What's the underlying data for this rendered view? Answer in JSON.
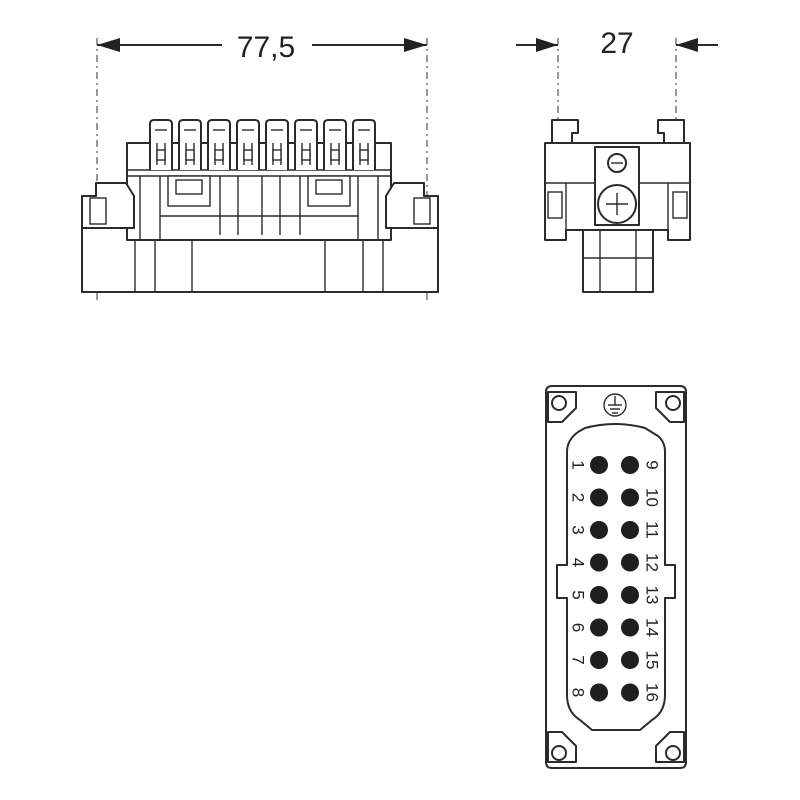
{
  "dimensions": {
    "width_label": "77,5",
    "depth_label": "27"
  },
  "front_view": {
    "contact_count": 8
  },
  "pin_face": {
    "ground_symbol": "protective-earth-icon",
    "left_column": [
      "1",
      "2",
      "3",
      "4",
      "5",
      "6",
      "7",
      "8"
    ],
    "right_column": [
      "9",
      "10",
      "11",
      "12",
      "13",
      "14",
      "15",
      "16"
    ]
  }
}
